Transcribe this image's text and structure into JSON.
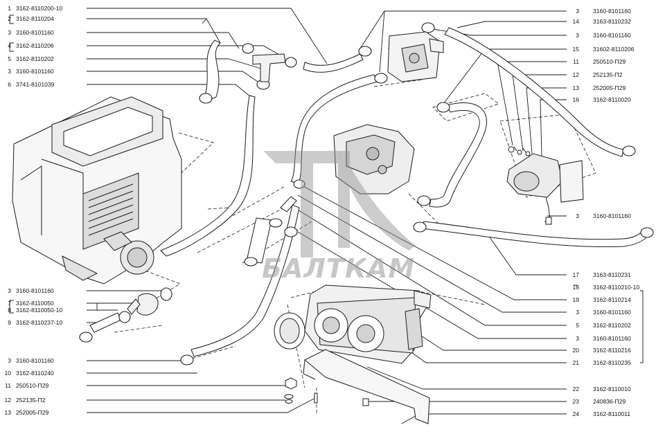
{
  "watermark": {
    "text": "БАЛТКАМ",
    "color": "#9a9a9a"
  },
  "line_color": "#1a1a1a",
  "left_callouts": [
    {
      "num": "1",
      "code": "3162-8110200-10"
    },
    {
      "num": "2",
      "code": "3162-8110204"
    },
    {
      "num": "3",
      "code": "3160-8101160"
    },
    {
      "num": "4",
      "code": "3162-8110206"
    },
    {
      "num": "5",
      "code": "3162-8110202"
    },
    {
      "num": "3",
      "code": "3160-8101160"
    },
    {
      "num": "6",
      "code": "3741-8101039"
    },
    {
      "num": "3",
      "code": "3160-8101160"
    },
    {
      "num": "7",
      "code": "3162-8110050"
    },
    {
      "num": "8",
      "code": "3162-8110050-10"
    },
    {
      "num": "9",
      "code": "3162-8110237-10"
    },
    {
      "num": "3",
      "code": "3160-8101160"
    },
    {
      "num": "10",
      "code": "3162-8110240"
    },
    {
      "num": "11",
      "code": "250510-П29"
    },
    {
      "num": "12",
      "code": "252135-П2"
    },
    {
      "num": "13",
      "code": "252005-П29"
    }
  ],
  "right_callouts": [
    {
      "num": "3",
      "code": "3160-8101160"
    },
    {
      "num": "14",
      "code": "3163-8110232"
    },
    {
      "num": "3",
      "code": "3160-8101160"
    },
    {
      "num": "15",
      "code": "31602-8110206"
    },
    {
      "num": "11",
      "code": "250510-П29"
    },
    {
      "num": "12",
      "code": "252135-П2"
    },
    {
      "num": "13",
      "code": "252005-П29"
    },
    {
      "num": "16",
      "code": "3162-8110020"
    },
    {
      "num": "3",
      "code": "3160-8101160"
    },
    {
      "num": "17",
      "code": "3163-8110231"
    },
    {
      "num": "18",
      "code": "3162-8110210-10"
    },
    {
      "num": "19",
      "code": "3162-8110214"
    },
    {
      "num": "3",
      "code": "3160-8101160"
    },
    {
      "num": "5",
      "code": "3162-8110202"
    },
    {
      "num": "3",
      "code": "3160-8101160"
    },
    {
      "num": "20",
      "code": "3162-8110216"
    },
    {
      "num": "21",
      "code": "3162-8110235"
    },
    {
      "num": "22",
      "code": "3162-8110010"
    },
    {
      "num": "23",
      "code": "240836-П29"
    },
    {
      "num": "24",
      "code": "3162-8110011"
    }
  ]
}
